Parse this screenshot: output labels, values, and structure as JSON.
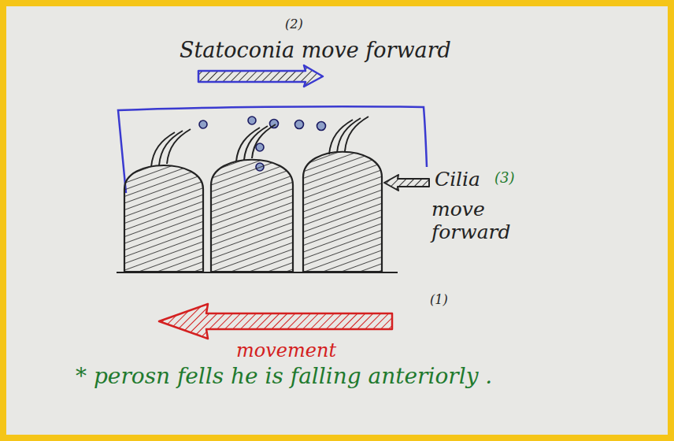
{
  "diagram": {
    "labels": [
      "(2)",
      "Statoconia move forward",
      "Cilia",
      "(3)",
      "move forward",
      "(1)",
      "movement",
      "* perosn fells he is falling anteriorly ."
    ]
  }
}
